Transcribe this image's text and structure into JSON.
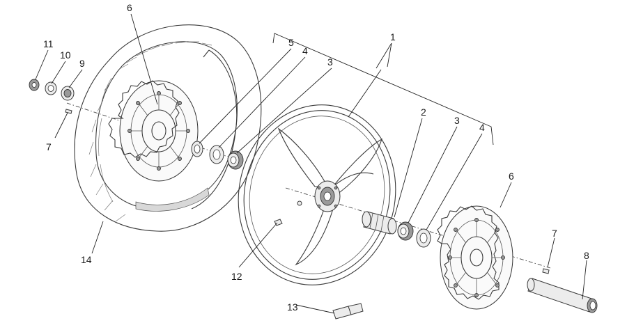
{
  "title": "",
  "callouts": {
    "c1": "1",
    "c2": "2",
    "c3a": "3",
    "c3b": "3",
    "c4a": "4",
    "c4b": "4",
    "c5": "5",
    "c6a": "6",
    "c6b": "6",
    "c7a": "7",
    "c7b": "7",
    "c8": "8",
    "c9": "9",
    "c10": "10",
    "c11": "11",
    "c12": "12",
    "c13": "13",
    "c14": "14"
  }
}
